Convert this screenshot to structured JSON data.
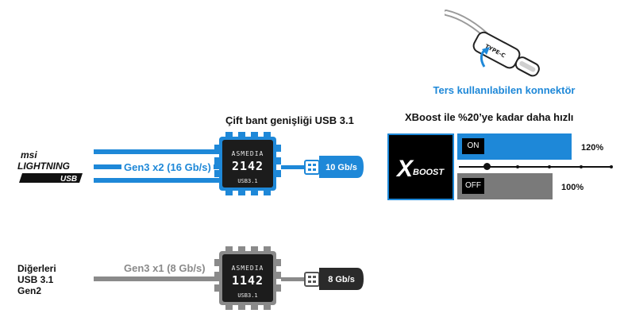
{
  "connector": {
    "cable_text": "TYPE-C",
    "caption": "Ters kullanılabilen konnektör"
  },
  "top": {
    "heading": "Çift bant genişliği USB 3.1",
    "logo": {
      "line1": "msi",
      "line2": "LIGHTNING",
      "line3": "USB"
    },
    "lane_label": "Gen3 x2 (16 Gb/s)",
    "chip": {
      "brand": "ASMEDIA",
      "number": "2142",
      "sub": "USB3.1"
    },
    "drive_label": "10 Gb/s",
    "color": "#1e88d8"
  },
  "bottom": {
    "label_lines": [
      "Diğerleri",
      "USB 3.1",
      "Gen2"
    ],
    "lane_label": "Gen3 x1 (8 Gb/s)",
    "chip": {
      "brand": "ASMEDIA",
      "number": "1142",
      "sub": "USB3.1"
    },
    "drive_label": "8 Gb/s",
    "color": "#8a8a8a"
  },
  "xboost": {
    "heading": "XBoost ile %20’ye kadar daha hızlı",
    "logo_text": "BOOST",
    "on": {
      "tag": "ON",
      "value": "120%",
      "color": "#1e88d8"
    },
    "off": {
      "tag": "OFF",
      "value": "100%",
      "color": "#7a7a7a"
    }
  }
}
